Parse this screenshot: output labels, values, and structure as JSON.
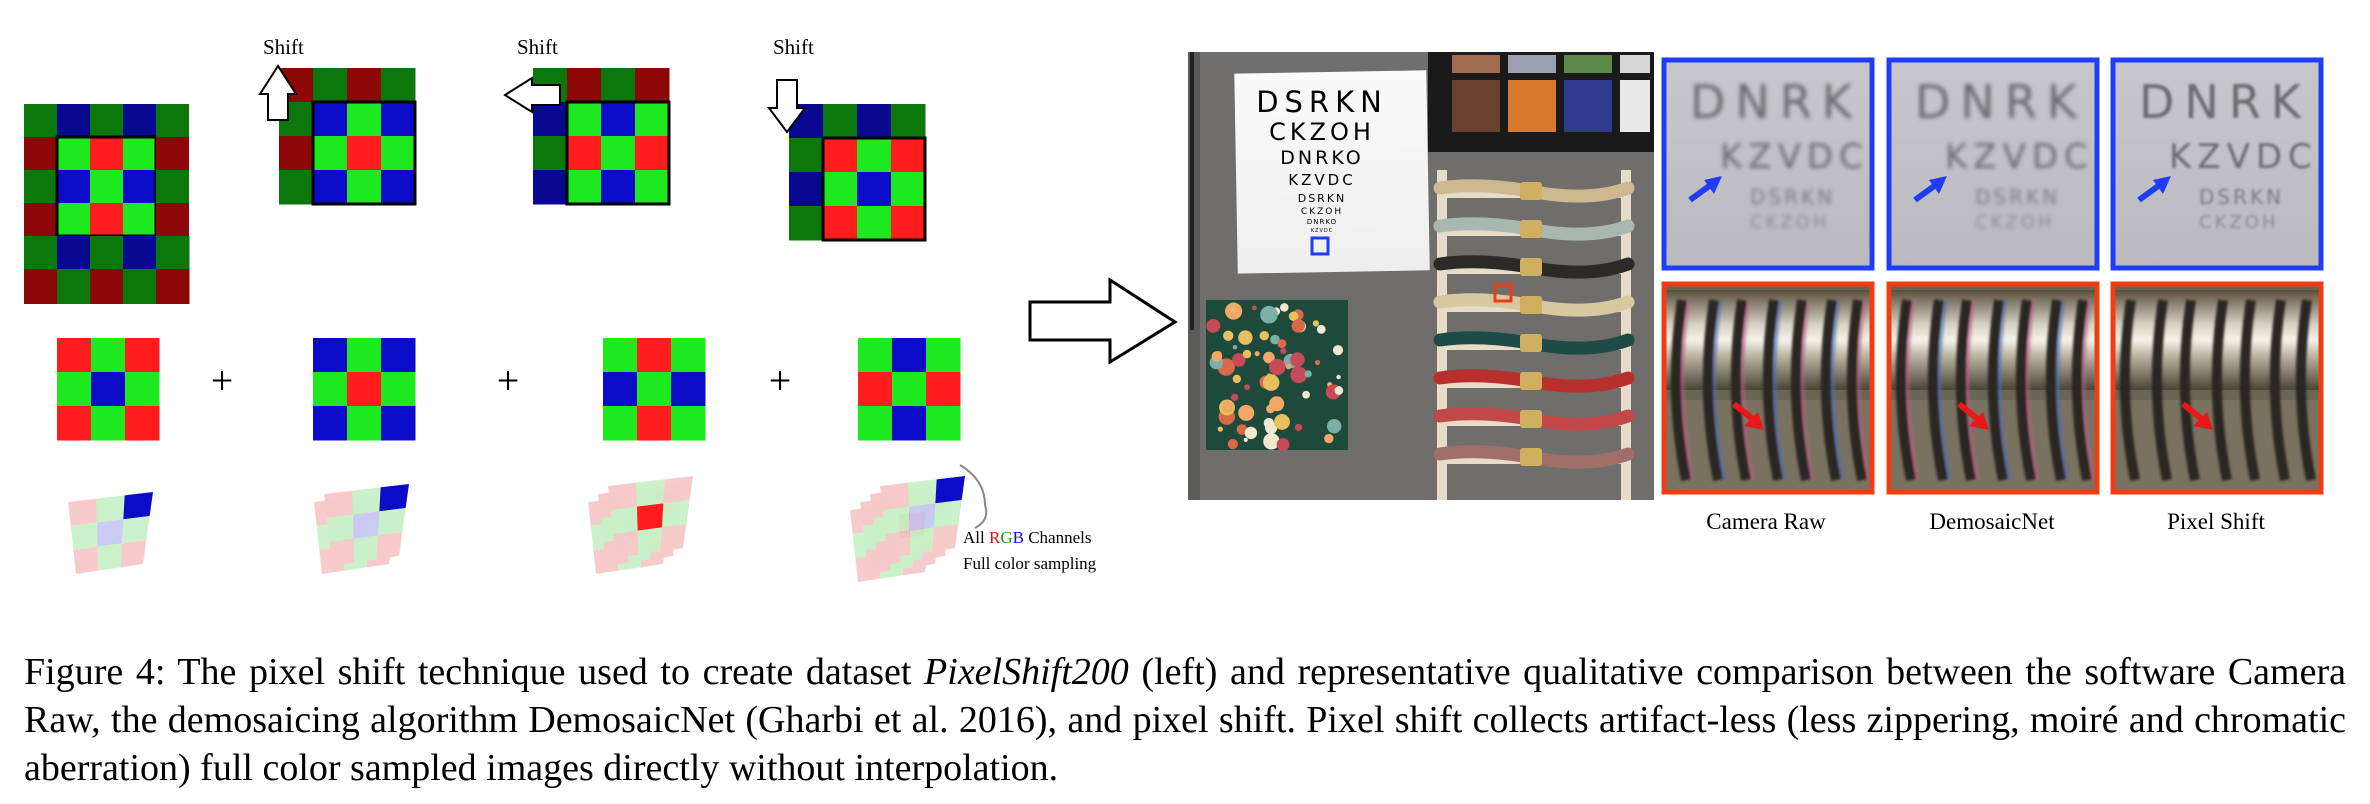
{
  "colors": {
    "bayer_red": "#ff1c1c",
    "bayer_green": "#1ee81e",
    "bayer_blue": "#0c0cc8",
    "dark_red": "#8c0808",
    "dark_green": "#0c780c",
    "dark_blue": "#080890",
    "inset_blue_border": "#1f3df5",
    "inset_red_border": "#f03c14"
  },
  "left_panel": {
    "shift_label": "Shift",
    "arrows": [
      "arrow-up-icon",
      "arrow-left-icon",
      "arrow-down-icon"
    ],
    "plus_sign": "+",
    "note_prefix": "All ",
    "note_r": "R",
    "note_g": "G",
    "note_b": "B",
    "note_suffix": " Channels",
    "note_line2": "Full color sampling"
  },
  "chart_text": {
    "eye_chart_lines": [
      "DSRKN",
      "CKZOH",
      "DNRKO",
      "KZVDC",
      "DSRKN",
      "CKZOH",
      "DNRKO",
      "KZVDC"
    ],
    "crop_text_top": "DNRK",
    "crop_text_mid": "KZVDC",
    "crop_text_small1": "DSRKN",
    "crop_text_small2": "CKZOH"
  },
  "comparison": {
    "labels": [
      "Camera Raw",
      "DemosaicNet",
      "Pixel Shift"
    ]
  },
  "caption": {
    "prefix": "Figure 4: The pixel shift technique used to create dataset ",
    "italic": "PixelShift200",
    "suffix": " (left) and representative qualitative comparison between the software Camera Raw, the demosaicing algorithm DemosaicNet (Gharbi et al. 2016), and pixel shift. Pixel shift collects artifact-less (less zippering, moiré and chromatic aberration) full color sampled images directly without interpolation."
  }
}
